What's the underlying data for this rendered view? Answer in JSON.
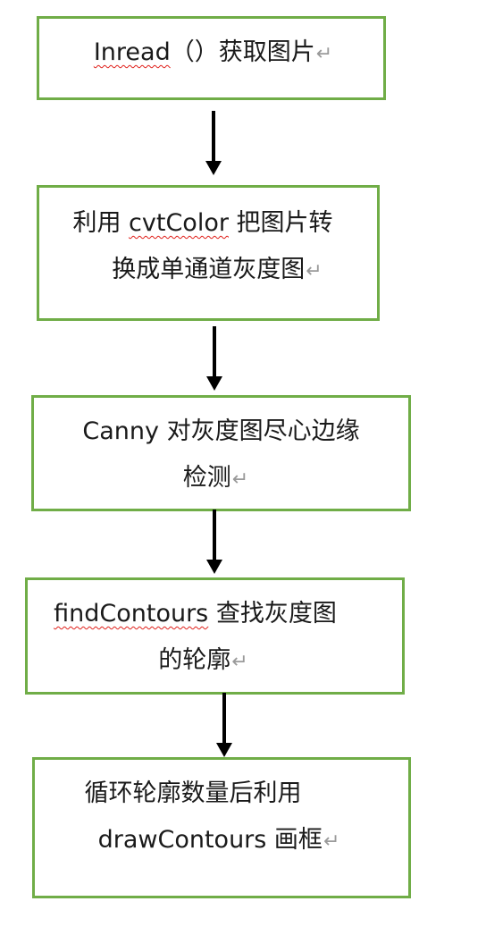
{
  "steps": [
    {
      "lines": [
        [
          {
            "text": "Inread",
            "squiggle": true
          },
          {
            "text": "（）获取图片"
          }
        ]
      ]
    },
    {
      "lines": [
        [
          {
            "text": "利用 "
          },
          {
            "text": "cvtColor",
            "squiggle": true
          },
          {
            "text": " 把图片转"
          }
        ],
        [
          {
            "text": "换成单通道灰度图"
          }
        ]
      ]
    },
    {
      "lines": [
        [
          {
            "text": "Canny 对灰度图尽心边缘"
          }
        ],
        [
          {
            "text": "检测"
          }
        ]
      ]
    },
    {
      "lines": [
        [
          {
            "text": "findContours",
            "squiggle": true
          },
          {
            "text": " 查找灰度图"
          }
        ],
        [
          {
            "text": "的轮廓"
          }
        ]
      ]
    },
    {
      "lines": [
        [
          {
            "text": "循环轮廓数量后利用"
          }
        ],
        [
          {
            "text": "drawContours 画框"
          }
        ]
      ]
    }
  ],
  "paragraph_mark": "↵",
  "colors": {
    "box_border": "#70ad47",
    "arrow": "#000000",
    "spellcheck_underline": "#e0201a"
  }
}
